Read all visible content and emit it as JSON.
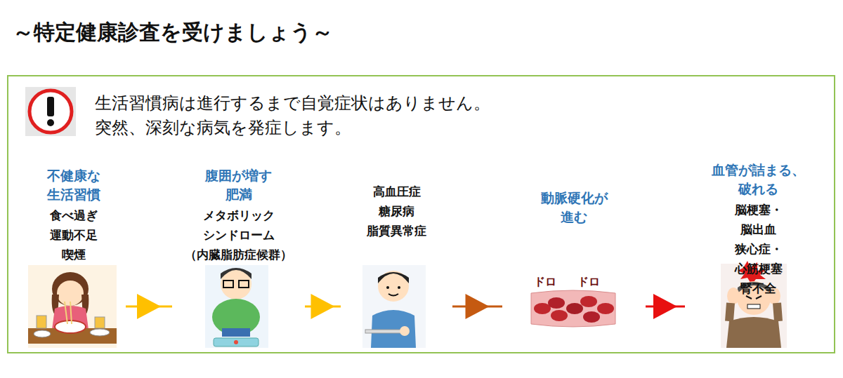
{
  "diagram": {
    "title": "～特定健康診査を受けましょう～",
    "nodes": [
      {
        "text": [
          "生活習慣病は進行するまで自覚症状はありません。",
          "突然、深刻な病気を発症します。"
        ]
      },
      {
        "text": [
          "不健康な 生活習慣",
          "食べ過ぎ 運動不足 喫煙"
        ],
        "in": 0
      },
      {
        "text": [
          "腹囲が増す 肥満",
          "メタボリック シンドローム （内臓脂肪症候群）"
        ],
        "in": 0
      },
      {
        "text": [
          "高血圧症 糖尿病 脂質異常症"
        ],
        "in": 0
      },
      {
        "text": [
          "動脈硬化が 進む"
        ],
        "in": 0
      },
      {
        "text": [
          "血管が詰まる、 破れる",
          "脳梗塞・脳出血 狭心症・心筋梗塞 腎不全"
        ],
        "in": 0
      }
    ],
    "edges": [
      {
        "from": 1,
        "to": 2,
        "arrow": "to"
      },
      {
        "from": 2,
        "to": 3,
        "arrow": "to"
      },
      {
        "from": 3,
        "to": 4,
        "arrow": "to"
      },
      {
        "from": 4,
        "to": 5,
        "arrow": "to"
      }
    ],
    "labels": [
      "ドロ",
      "ドロ"
    ]
  }
}
